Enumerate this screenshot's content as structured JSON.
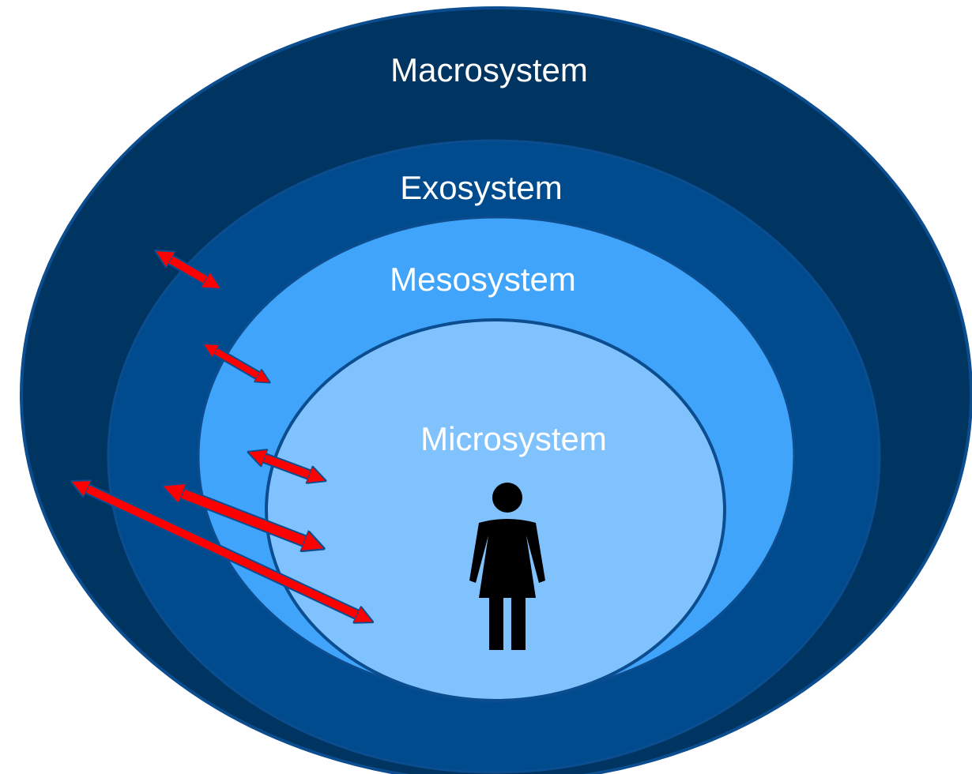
{
  "diagram": {
    "layers": [
      {
        "id": "macro",
        "label": "Macrosystem",
        "fill": "#003461"
      },
      {
        "id": "exo",
        "label": "Exosystem",
        "fill": "#004b8d"
      },
      {
        "id": "meso",
        "label": "Mesosystem",
        "fill": "#41a4fb"
      },
      {
        "id": "micro",
        "label": "Microsystem",
        "fill": "#80c2fd"
      }
    ],
    "outline_color": "#0b4d8f",
    "arrow_color": "#ff0000",
    "person_icon": "person-icon"
  }
}
